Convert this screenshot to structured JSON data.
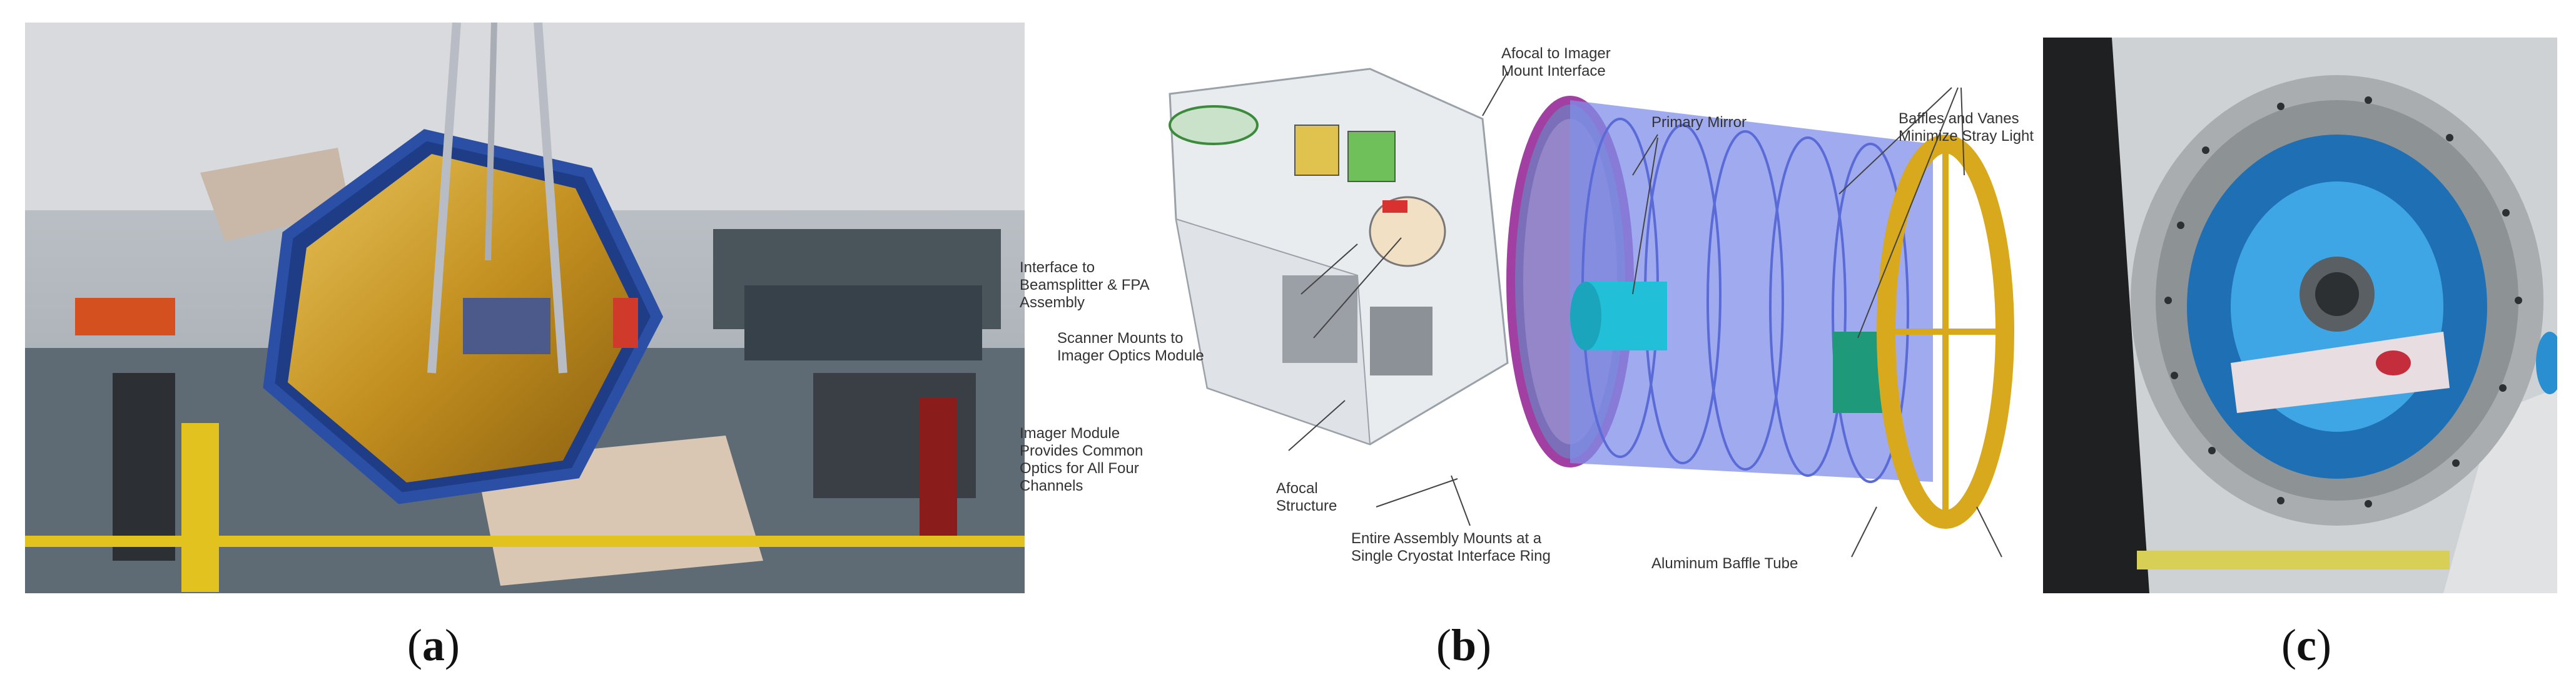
{
  "figure": {
    "panels": [
      {
        "id": "a",
        "caption_letter": "a",
        "caption_open": "(",
        "caption_close": ")"
      },
      {
        "id": "b",
        "caption_letter": "b",
        "caption_open": "(",
        "caption_close": ")"
      },
      {
        "id": "c",
        "caption_letter": "c",
        "caption_open": "(",
        "caption_close": ")"
      }
    ],
    "diagram_labels": {
      "afocal_to_imager_1": "Afocal to Imager",
      "afocal_to_imager_2": "Mount Interface",
      "primary_mirror": "Primary Mirror",
      "baffles_1": "Baffles and Vanes",
      "baffles_2": "Minimize Stray Light",
      "interface_1": "Interface to",
      "interface_2": "Beamsplitter & FPA",
      "interface_3": "Assembly",
      "scanner_1": "Scanner Mounts to",
      "scanner_2": "Imager Optics Module",
      "imager_1": "Imager Module",
      "imager_2": "Provides Common",
      "imager_3": "Optics for All Four",
      "imager_4": "Channels",
      "afocal_1": "Afocal",
      "afocal_2": "Structure",
      "entire_1": "Entire Assembly Mounts at a",
      "entire_2": "Single Cryostat Interface Ring",
      "aluminum": "Aluminum Baffle Tube"
    }
  }
}
